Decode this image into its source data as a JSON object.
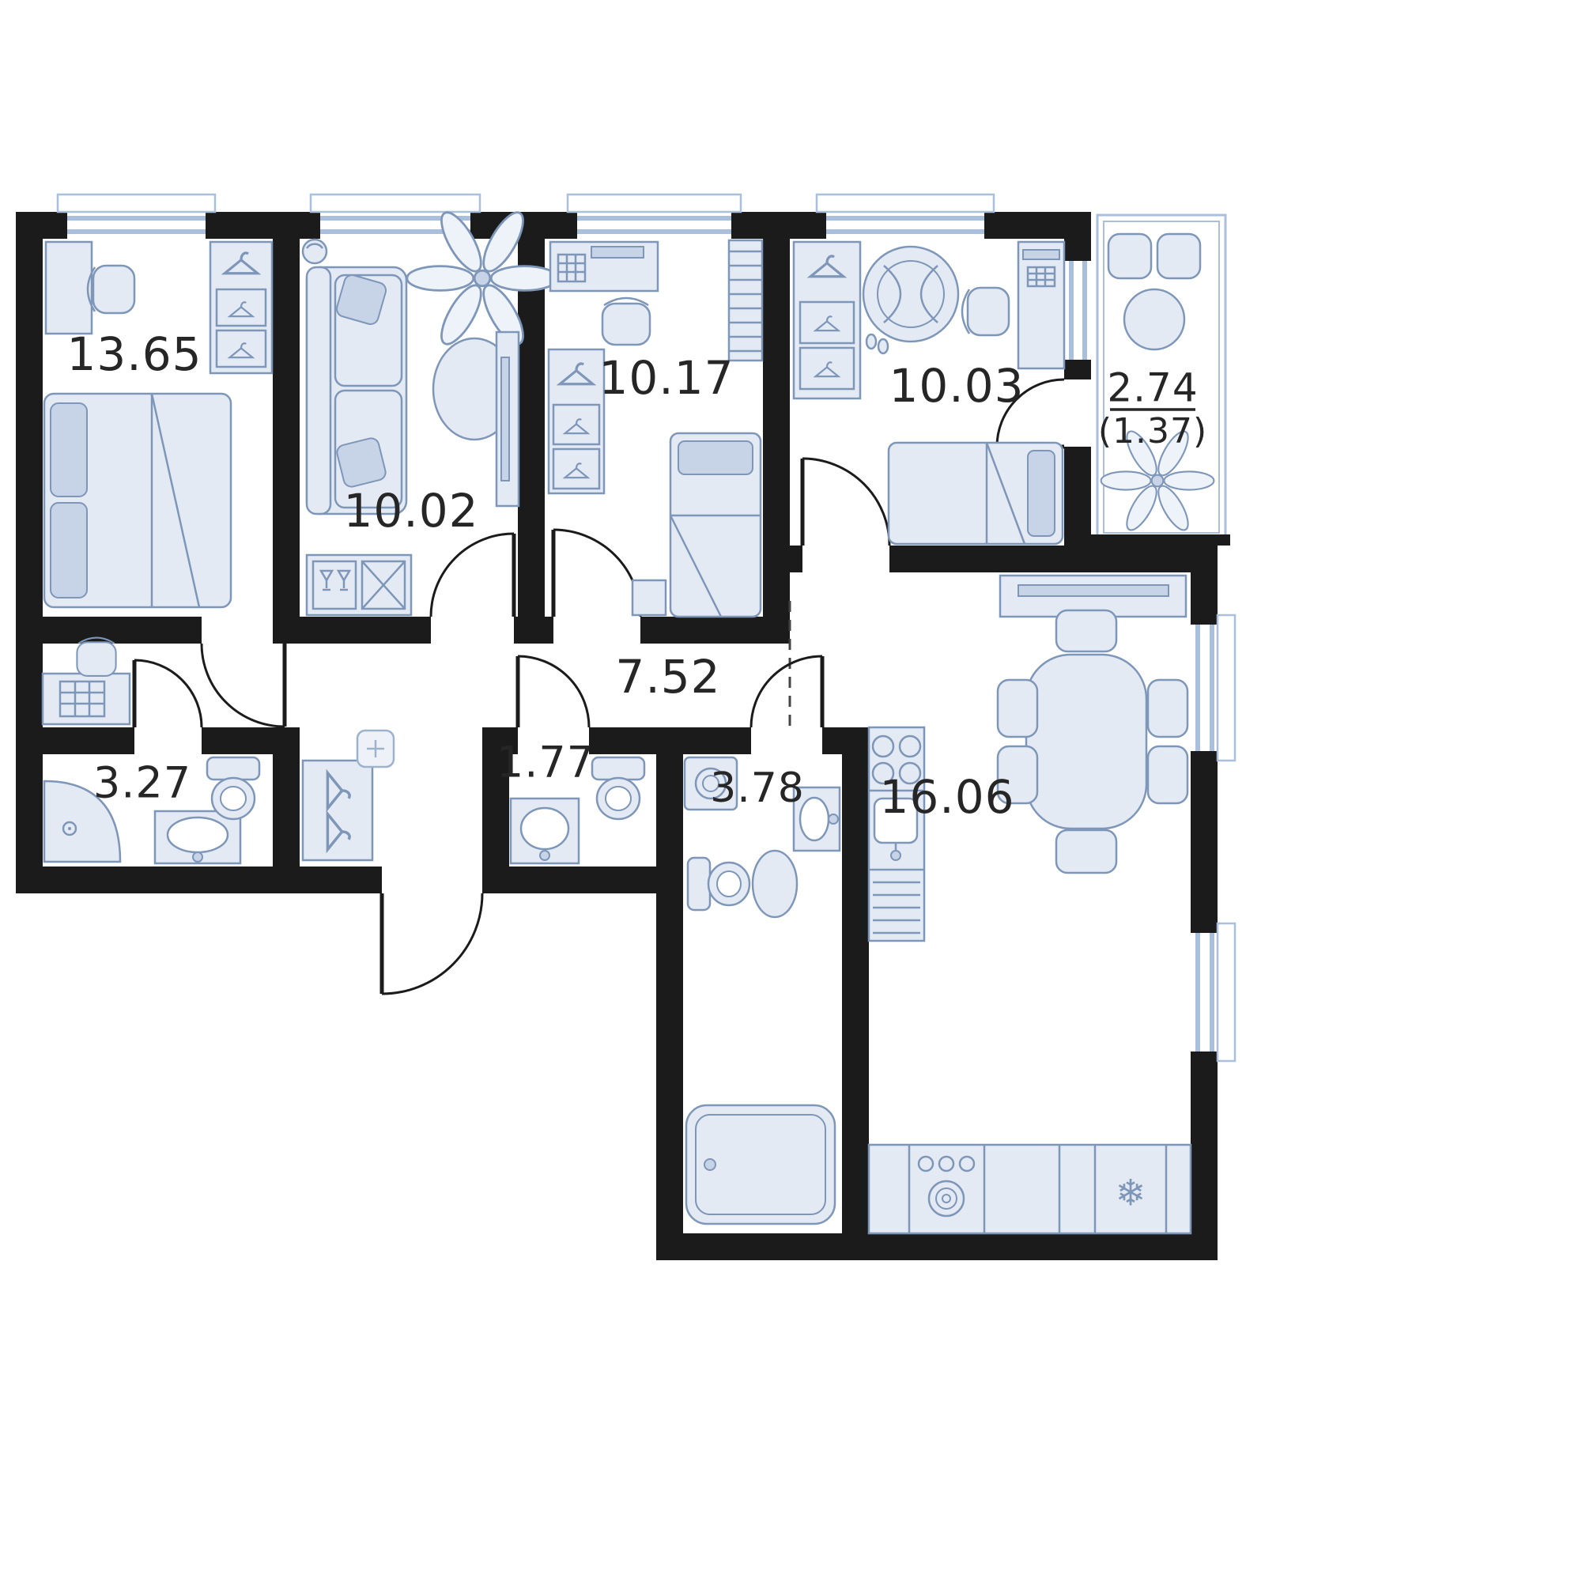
{
  "plan": {
    "type": "apartment-floor-plan",
    "units": "m2"
  },
  "rooms": [
    {
      "name": "bedroom-1",
      "area": "13.65"
    },
    {
      "name": "living-room",
      "area": "10.02"
    },
    {
      "name": "bedroom-2",
      "area": "10.17"
    },
    {
      "name": "bedroom-3",
      "area": "10.03"
    },
    {
      "name": "balcony",
      "area": "2.74",
      "area_reduced": "(1.37)"
    },
    {
      "name": "hallway",
      "area": "7.52"
    },
    {
      "name": "bathroom-1",
      "area": "3.27"
    },
    {
      "name": "wc",
      "area": "1.77"
    },
    {
      "name": "bathroom-2",
      "area": "3.78"
    },
    {
      "name": "kitchen-living-room",
      "area": "16.06"
    }
  ],
  "icons": {
    "snowflake": "❄"
  },
  "colors": {
    "walls": "#1b1b1b",
    "furniture_fill": "#e4eaf4",
    "furniture_stroke": "#7e96b8",
    "window_glass": "#aabfdc",
    "label_text": "#262626",
    "background": "#ffffff"
  }
}
